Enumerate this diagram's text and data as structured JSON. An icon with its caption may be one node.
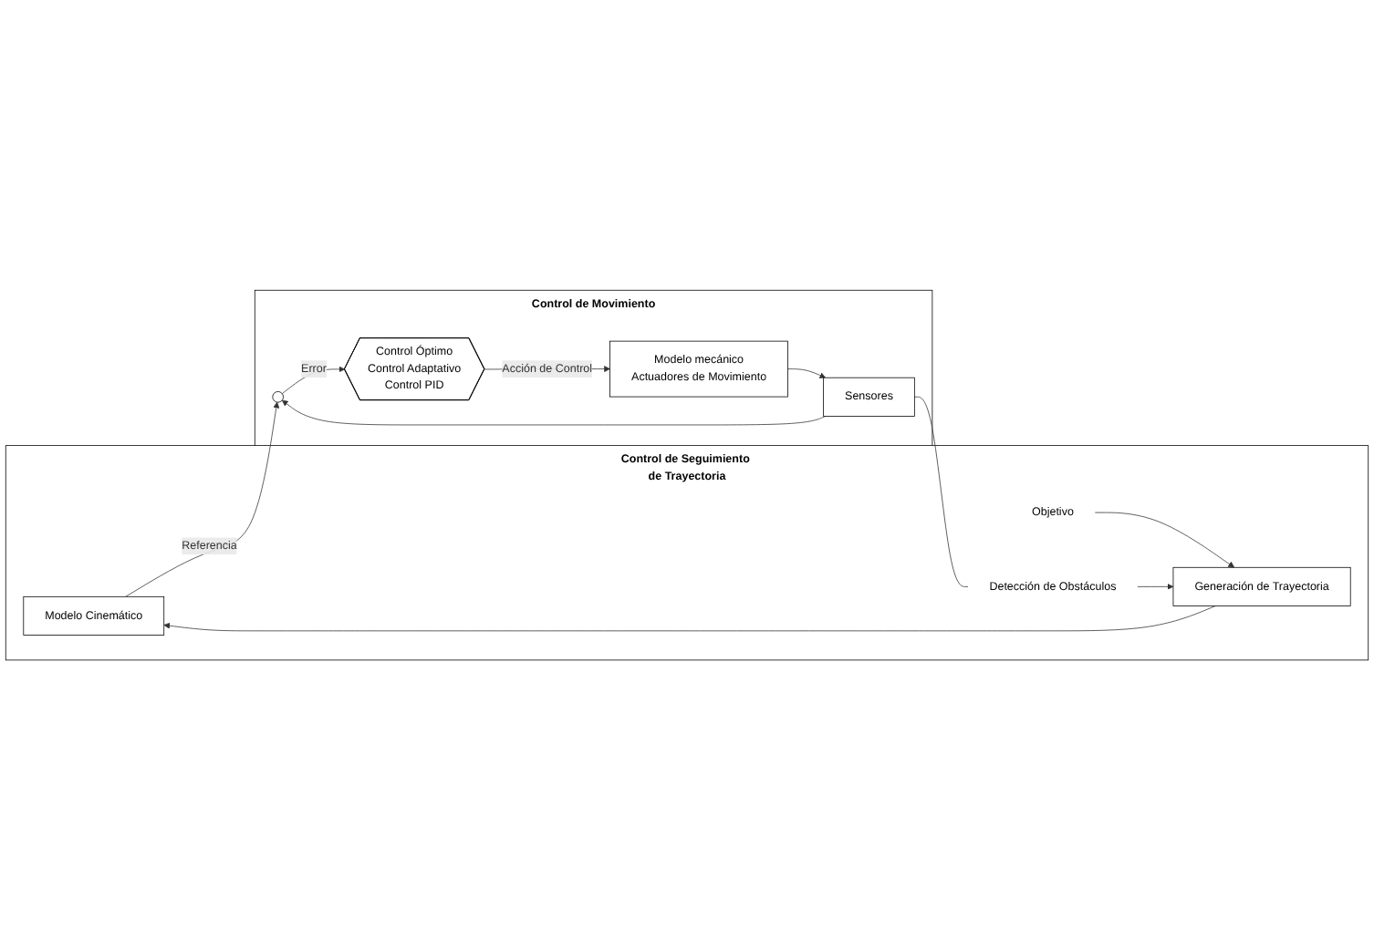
{
  "diagram": {
    "nodes": [
      {
        "text": [
          "Control de Seguimiento de Trayectoria"
        ]
      },
      {
        "text": [
          "Modelo Cinemático"
        ],
        "in": 0
      },
      {
        "text": [
          "Generación de Trayectoria"
        ],
        "in": 0
      },
      {
        "text": [
          "Objetivo"
        ],
        "in": 0
      },
      {
        "text": [
          "Detección de Obstáculos"
        ],
        "in": 0
      },
      {
        "text": [
          "Control de Movimiento"
        ]
      },
      {
        "text": [],
        "shape": "circle",
        "in": 5
      },
      {
        "text": [
          "Control Óptimo",
          "Control Adaptativo",
          "Control PID"
        ],
        "in": 5
      },
      {
        "text": [
          "Modelo mecánico",
          "Actuadores de Movimiento"
        ],
        "in": 5
      },
      {
        "text": [
          "Sensores"
        ],
        "in": 5
      }
    ],
    "edges": [
      {
        "from": 2,
        "to": 1,
        "arrow": "to"
      },
      {
        "from": 3,
        "to": 2,
        "arrow": "to"
      },
      {
        "from": 4,
        "to": 2,
        "arrow": "to"
      },
      {
        "from": 1,
        "to": 6,
        "arrow": "to",
        "label": "Referencia"
      },
      {
        "from": 6,
        "to": 7,
        "arrow": "to",
        "label": "Error"
      },
      {
        "from": 7,
        "to": 8,
        "arrow": "to",
        "label": "Acción de Control"
      },
      {
        "from": 8,
        "to": 9,
        "arrow": "to"
      },
      {
        "from": 9,
        "to": 6,
        "arrow": "to"
      },
      {
        "from": 9,
        "to": 4,
        "arrow": "none"
      }
    ]
  }
}
